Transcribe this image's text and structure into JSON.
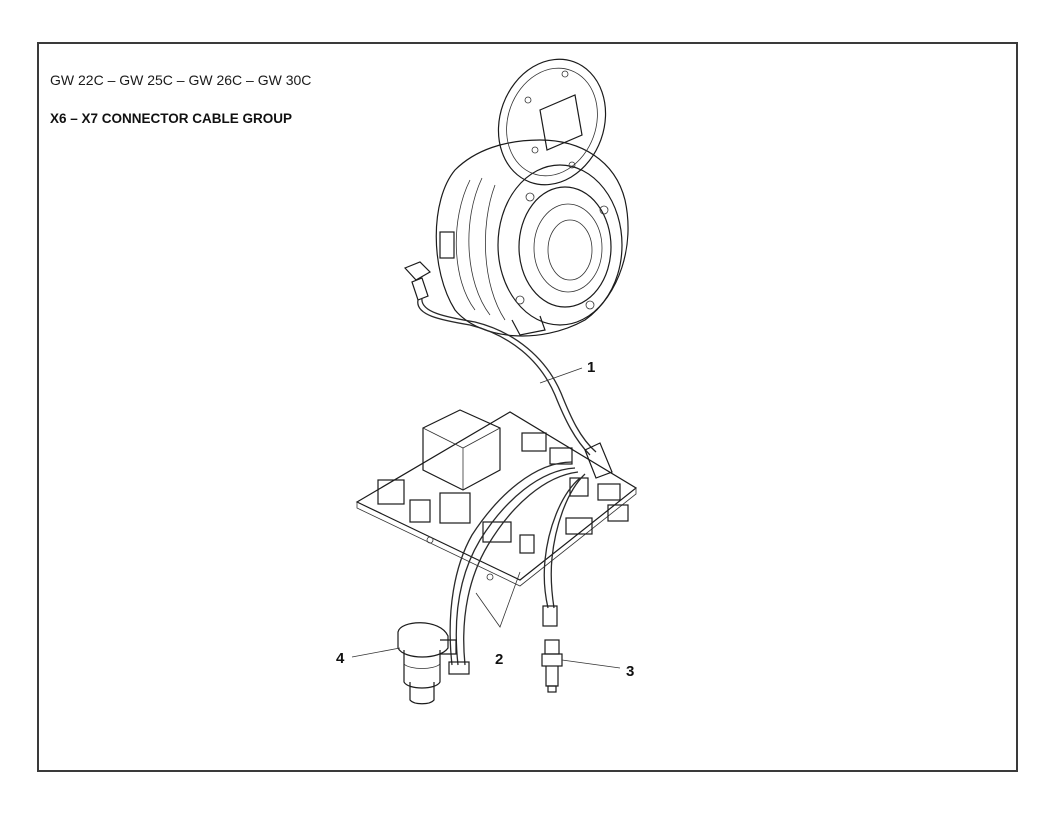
{
  "header": {
    "models": "GW 22C – GW 25C – GW 26C – GW 30C",
    "group_title": "X6 – X7 CONNECTOR CABLE GROUP"
  },
  "callouts": {
    "item1": "1",
    "item2": "2",
    "item3": "3",
    "item4": "4"
  }
}
